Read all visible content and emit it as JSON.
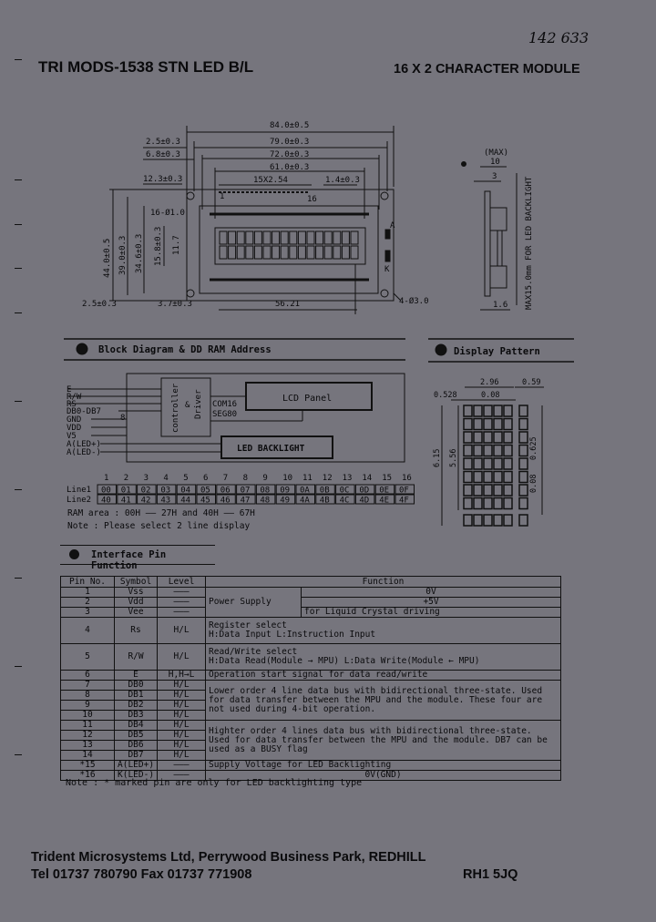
{
  "handwritten_ref": "142 633",
  "header": {
    "title": "TRI MODS-1538 STN LED B/L",
    "subtitle": "16 X 2 CHARACTER MODULE"
  },
  "mechanical": {
    "dims": {
      "overall_w": "84.0±0.5",
      "hole_pitch_w": "79.0±0.3",
      "bezel_w": "72.0±0.3",
      "view_w": "61.0±0.3",
      "pin_pitch": "15X2.54",
      "pin_offset": "1.4±0.3",
      "left_a": "2.5±0.3",
      "left_b": "6.8±0.3",
      "left_c": "12.3±0.3",
      "overall_h": "44.0±0.5",
      "hole_pitch_h": "39.0±0.3",
      "bezel_h": "34.6±0.3",
      "view_h": "15.8±0.3",
      "char_h": "11.7",
      "pin_holes": "16-Ø1.0",
      "pin16": "16",
      "pin1": "1",
      "bottom_a": "2.5±0.3",
      "bottom_b": "3.7±0.3",
      "active_w": "56.21",
      "mount_holes": "4-Ø3.0",
      "led_a": "A",
      "led_k": "K"
    },
    "side": {
      "max_label": "(MAX)",
      "max_val": "10",
      "three": "3",
      "thickness": "1.6",
      "note": "MAX15.0mm FOR LED BACKLIGHT"
    }
  },
  "block_diagram": {
    "heading": "Block Diagram & DD RAM Address",
    "signals": [
      "E",
      "R/W",
      "RS",
      "DB0-DB7",
      "GND",
      "VDD",
      "V5",
      "A(LED+)",
      "A(LED-)"
    ],
    "bus_width": "8",
    "controller": "controller",
    "amp": "&",
    "driver": "Driver",
    "com": "COM16",
    "seg": "SEG80",
    "lcd_panel": "LCD Panel",
    "backlight": "LED BACKLIGHT"
  },
  "ddram": {
    "columns": [
      "1",
      "2",
      "3",
      "4",
      "5",
      "6",
      "7",
      "8",
      "9",
      "10",
      "11",
      "12",
      "13",
      "14",
      "15",
      "16"
    ],
    "line1_label": "Line1",
    "line1": [
      "00",
      "01",
      "02",
      "03",
      "04",
      "05",
      "06",
      "07",
      "08",
      "09",
      "0A",
      "0B",
      "0C",
      "0D",
      "0E",
      "0F"
    ],
    "line2_label": "Line2",
    "line2": [
      "40",
      "41",
      "42",
      "43",
      "44",
      "45",
      "46",
      "47",
      "48",
      "49",
      "4A",
      "4B",
      "4C",
      "4D",
      "4E",
      "4F"
    ],
    "ram_area": "RAM area : 00H —— 27H and 40H —— 67H",
    "note": "Note : Please select 2 line display"
  },
  "display_pattern": {
    "heading": "Display Pattern",
    "dims": {
      "w": "2.96",
      "gap": "0.59",
      "left": "0.528",
      "dot_gap": "0.08",
      "total_h": "6.15",
      "char_h": "5.56",
      "dot_h": "0.625",
      "dot_gap_v": "0.08"
    }
  },
  "interface": {
    "heading": "Interface Pin Function",
    "headers": {
      "pin": "Pin No.",
      "symbol": "Symbol",
      "level": "Level",
      "function": "Function"
    },
    "power_supply": "Power Supply",
    "rows": [
      {
        "pin": "1",
        "symbol": "Vss",
        "level": "———",
        "function": "0V"
      },
      {
        "pin": "2",
        "symbol": "Vdd",
        "level": "———",
        "function": "+5V"
      },
      {
        "pin": "3",
        "symbol": "Vee",
        "level": "———",
        "function": "for Liquid Crystal driving"
      },
      {
        "pin": "4",
        "symbol": "Rs",
        "level": "H/L",
        "function": "Register select",
        "function2": "H:Data Input    L:Instruction Input"
      },
      {
        "pin": "5",
        "symbol": "R/W",
        "level": "H/L",
        "function": "Read/Write select",
        "function2": "H:Data Read(Module → MPU)   L:Data Write(Module ← MPU)"
      },
      {
        "pin": "6",
        "symbol": "E",
        "level": "H,H→L",
        "function": "Operation start signal for data read/write"
      },
      {
        "pin": "7",
        "symbol": "DB0",
        "level": "H/L"
      },
      {
        "pin": "8",
        "symbol": "DB1",
        "level": "H/L"
      },
      {
        "pin": "9",
        "symbol": "DB2",
        "level": "H/L"
      },
      {
        "pin": "10",
        "symbol": "DB3",
        "level": "H/L"
      },
      {
        "pin": "11",
        "symbol": "DB4",
        "level": "H/L"
      },
      {
        "pin": "12",
        "symbol": "DB5",
        "level": "H/L"
      },
      {
        "pin": "13",
        "symbol": "DB6",
        "level": "H/L"
      },
      {
        "pin": "14",
        "symbol": "DB7",
        "level": "H/L"
      },
      {
        "pin": "*15",
        "symbol": "A(LED+)",
        "level": "———",
        "function": "Supply Voltage for LED Backlighting"
      },
      {
        "pin": "*16",
        "symbol": "K(LED-)",
        "level": "———",
        "function": "0V(GND)"
      }
    ],
    "lower_bus": "Lower order 4 line data bus with bidirectional three-state. Used for data transfer between the MPU and the module. These four are not used during 4-bit operation.",
    "higher_bus": "Highter order 4 lines data bus with bidirectional three-state. Used for data transfer between the MPU and the module. DB7 can be used as a BUSY flag",
    "note": "Note : * marked pin are only for LED backlighting type"
  },
  "footer": {
    "line1": "Trident Microsystems Ltd, Perrywood Business Park, REDHILL",
    "tel": "Tel 01737 780790  Fax 01737 771908",
    "postcode": "RH1 5JQ"
  },
  "colors": {
    "paper": "#76757d",
    "ink": "#0a0a0c"
  }
}
